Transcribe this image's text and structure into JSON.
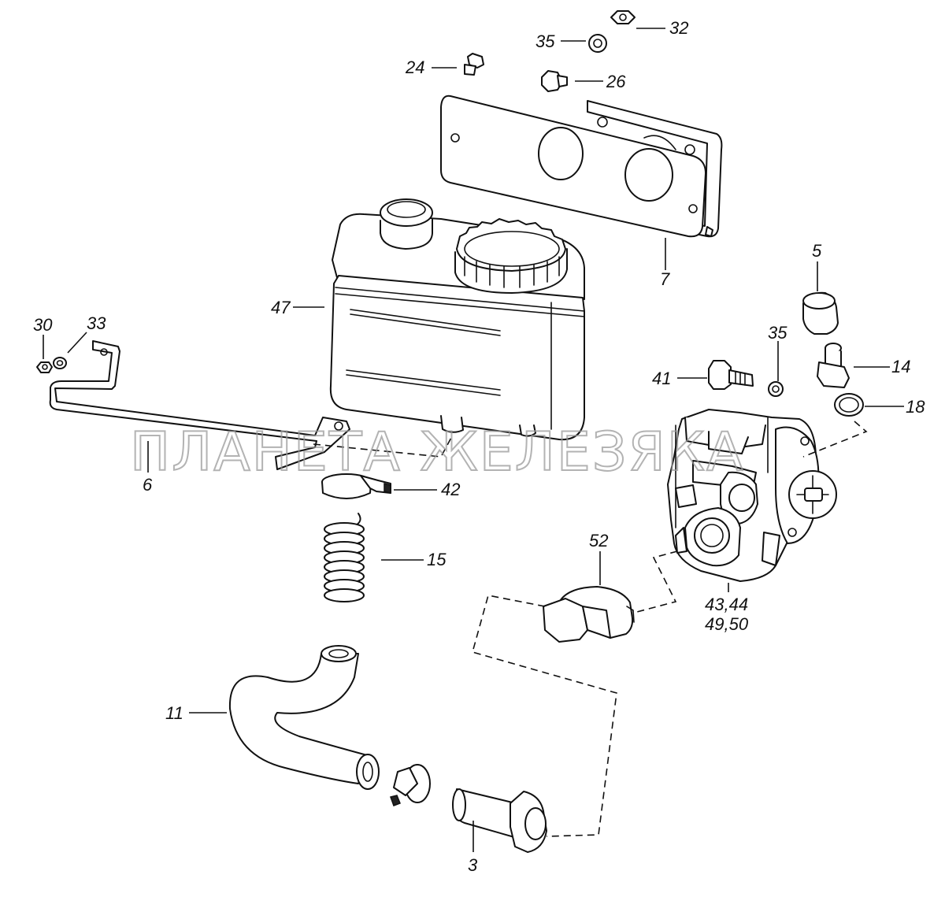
{
  "watermark": "ПЛАНЕТА ЖЕЛЕЗЯКА",
  "callouts": {
    "c32": "32",
    "c35a": "35",
    "c24": "24",
    "c26": "26",
    "c7": "7",
    "c5": "5",
    "c47": "47",
    "c30": "30",
    "c33": "33",
    "c35b": "35",
    "c41": "41",
    "c14": "14",
    "c18": "18",
    "c6": "6",
    "c42": "42",
    "c15": "15",
    "c52": "52",
    "c43": "43,44",
    "c49": "49,50",
    "c11": "11",
    "c3": "3"
  }
}
